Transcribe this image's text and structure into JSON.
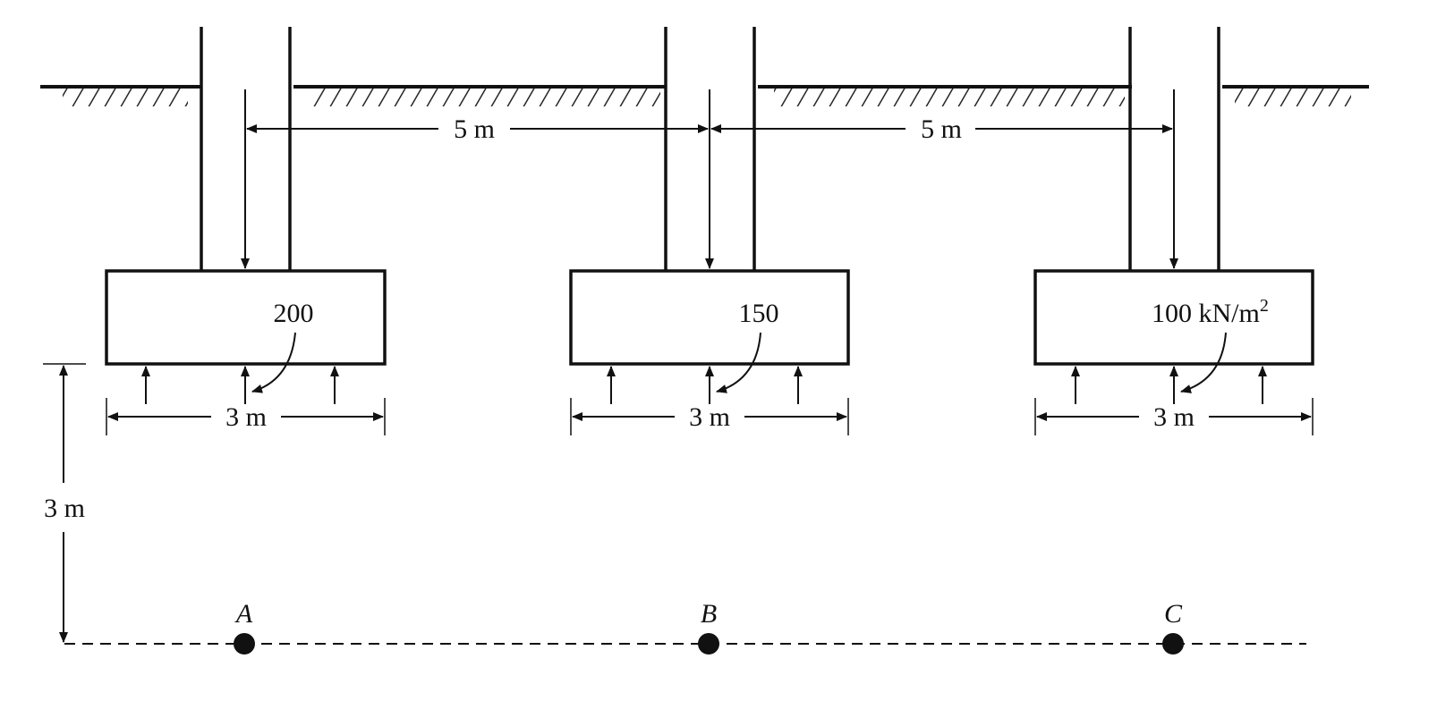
{
  "diagram": {
    "spacing_label_1": "5 m",
    "spacing_label_2": "5 m",
    "depth_label": "3 m",
    "footings": [
      {
        "pressure_label": "200",
        "width_label": "3 m"
      },
      {
        "pressure_label": "150",
        "width_label": "3 m"
      },
      {
        "pressure_label": "100 kN/m",
        "pressure_sup": "2",
        "width_label": "3 m"
      }
    ],
    "points": [
      "A",
      "B",
      "C"
    ],
    "line_color": "#111111"
  }
}
